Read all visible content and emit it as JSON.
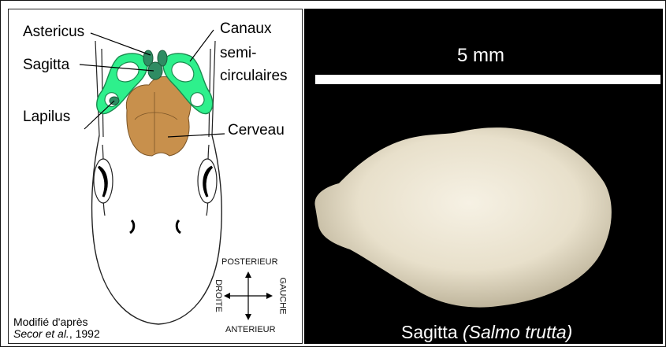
{
  "diagram": {
    "labels": {
      "astericus": "Astericus",
      "sagitta": "Sagitta",
      "lapilus": "Lapilus",
      "canaux_line1": "Canaux",
      "canaux_line2": "semi-",
      "canaux_line3": "circulaires",
      "cerveau": "Cerveau"
    },
    "orientation": {
      "posterieur": "POSTERIEUR",
      "anterieur": "ANTERIEUR",
      "droite": "DROITE",
      "gauche": "GAUCHE"
    },
    "credit": {
      "line1": "Modifié d'après",
      "author": "Secor et al.",
      "rest": ", 1992"
    },
    "colors": {
      "canals": "#2ef08c",
      "otoliths": "#2f8c63",
      "brain": "#c8904c"
    }
  },
  "photo": {
    "scale_label": "5 mm",
    "caption_name": "Sagitta",
    "caption_species": "(Salmo trutta)",
    "colors": {
      "background": "#000000",
      "otolith": "#f1ecdd",
      "scalebar": "#ffffff"
    }
  }
}
